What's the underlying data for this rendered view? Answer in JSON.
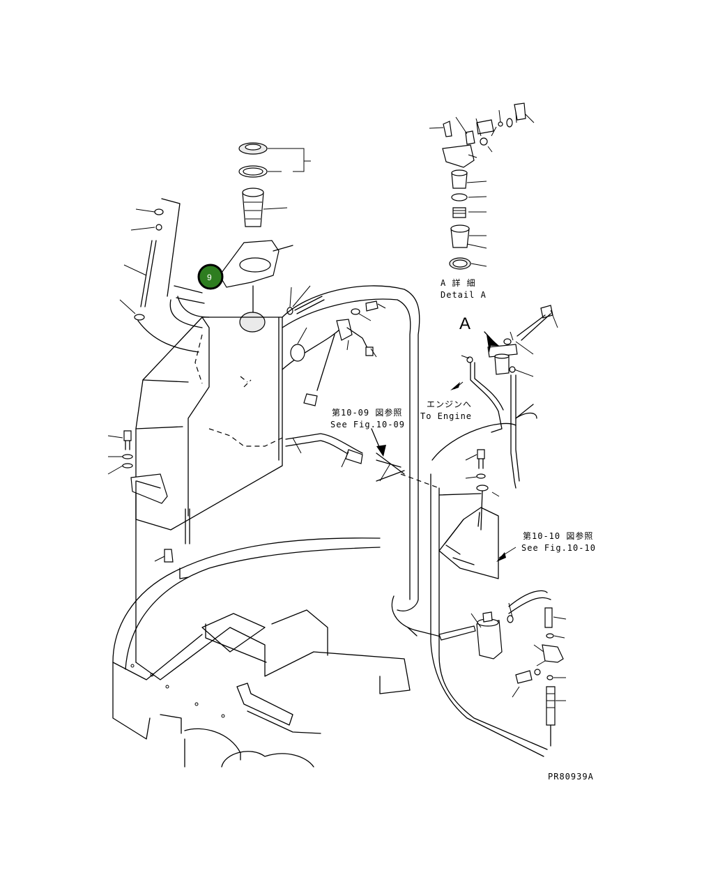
{
  "callout": {
    "number": "9",
    "color": "#2e7d20"
  },
  "detail": {
    "label_jp": "A 詳 細",
    "label_en": "Detail A",
    "view_marker": "A"
  },
  "references": [
    {
      "jp": "第10-09 図参照",
      "en": "See Fig.10-09"
    },
    {
      "jp": "第10-10 図参照",
      "en": "See Fig.10-10"
    }
  ],
  "engine": {
    "jp": "エンジンへ",
    "en": "To Engine"
  },
  "drawing_code": "PR80939A"
}
